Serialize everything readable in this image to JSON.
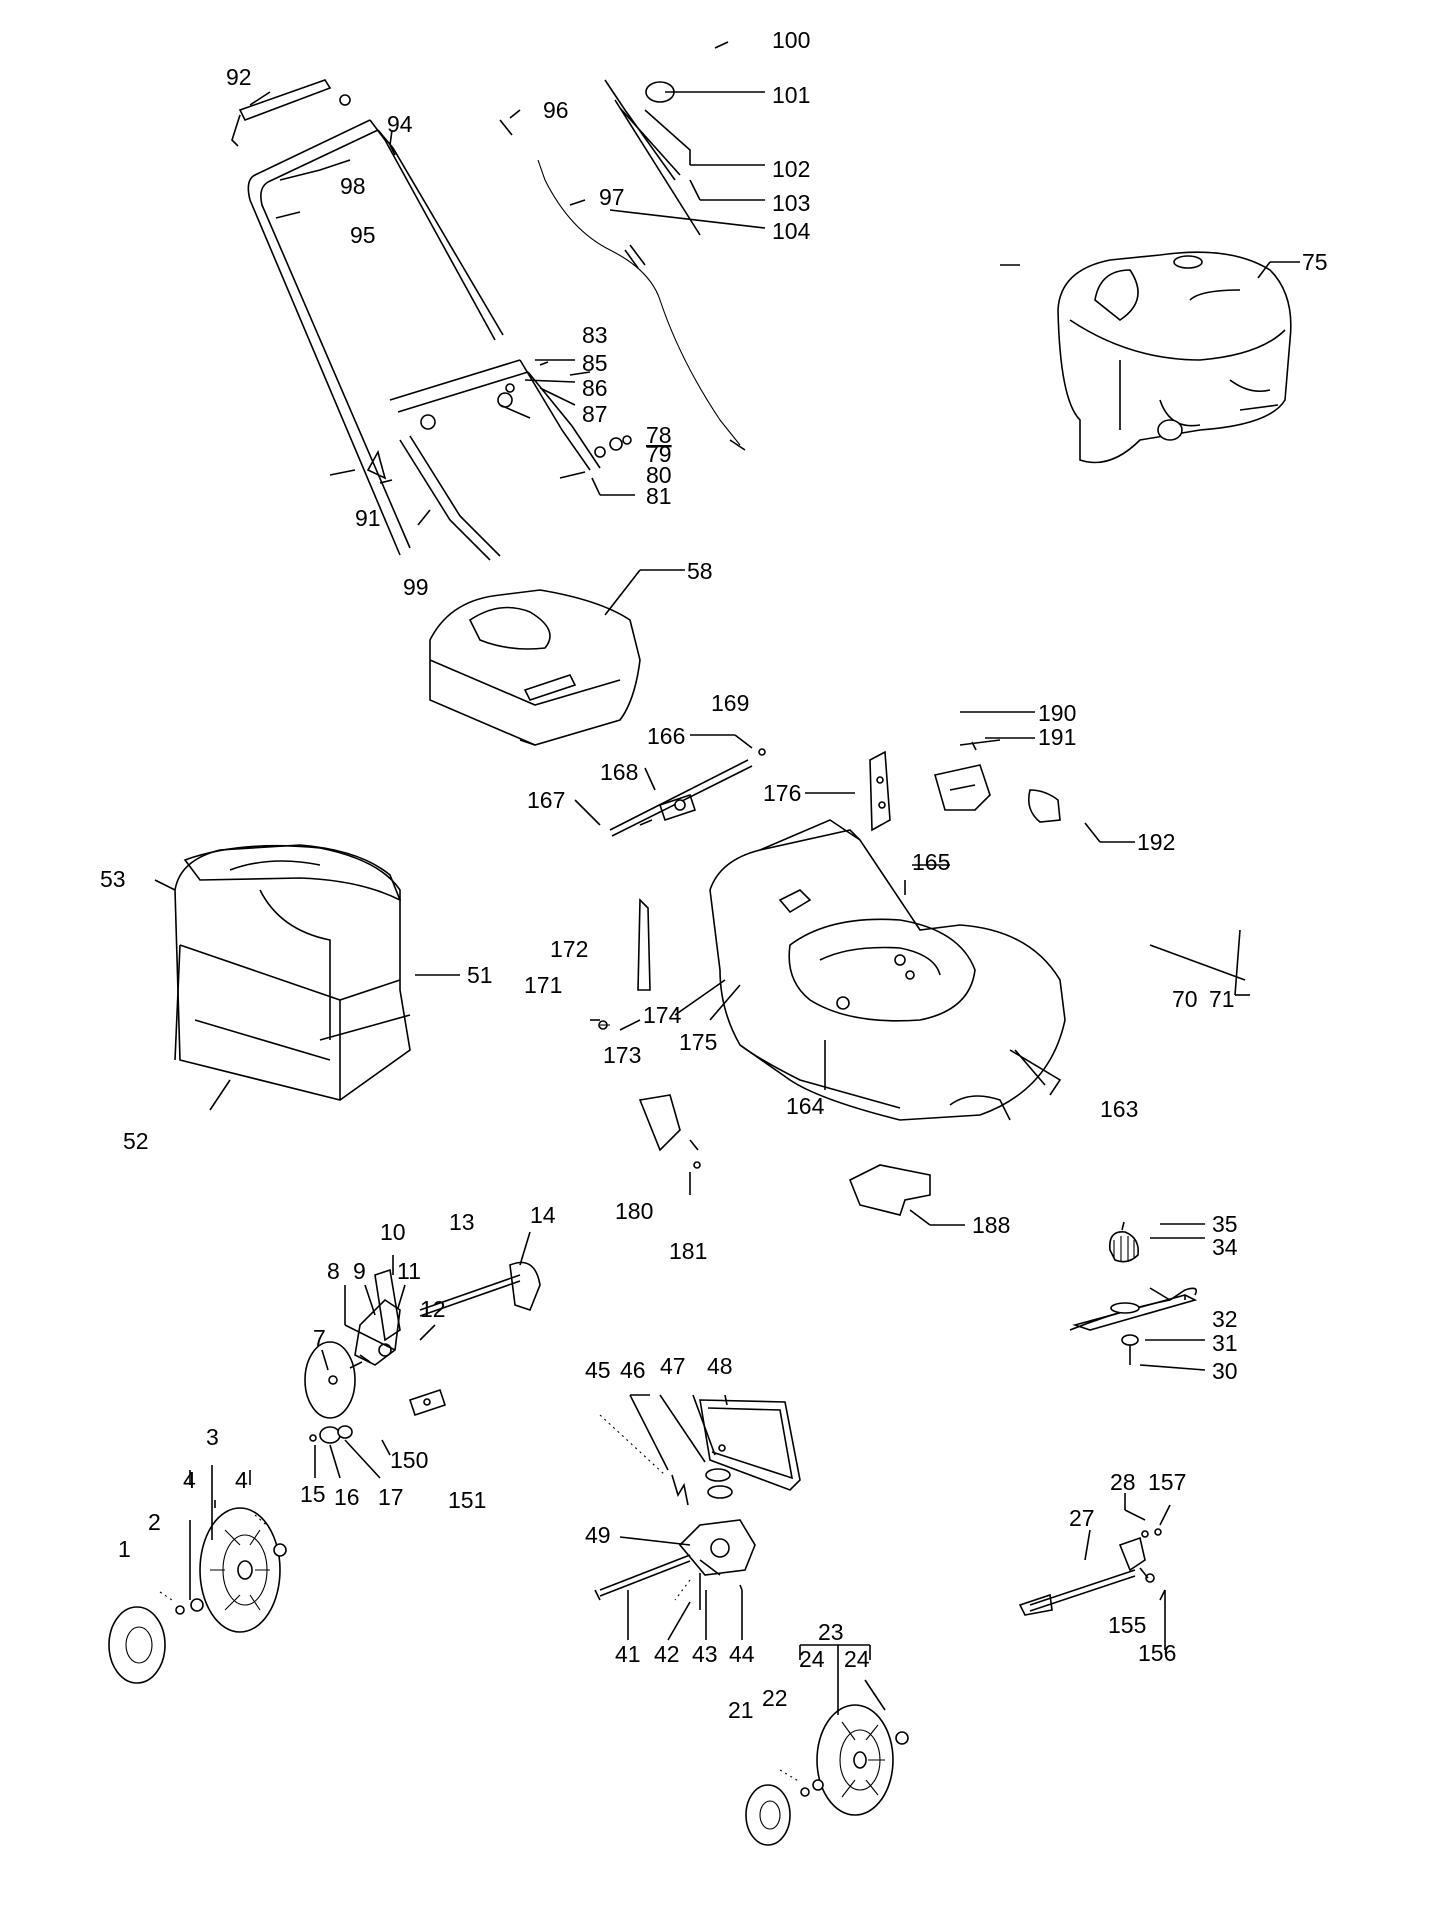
{
  "labels": [
    "100",
    "101",
    "102",
    "103",
    "104",
    "92",
    "94",
    "96",
    "97",
    "98",
    "95",
    "83",
    "85",
    "86",
    "87",
    "78",
    "79",
    "80",
    "81",
    "91",
    "99",
    "75",
    "58",
    "169",
    "166",
    "168",
    "167",
    "190",
    "191",
    "176",
    "192",
    "165",
    "53",
    "51",
    "172",
    "171",
    "174",
    "173",
    "175",
    "70",
    "71",
    "164",
    "163",
    "52",
    "180",
    "181",
    "188",
    "10",
    "13",
    "14",
    "8",
    "9",
    "11",
    "12",
    "7",
    "35",
    "34",
    "32",
    "31",
    "30",
    "45",
    "46",
    "47",
    "48",
    "3",
    "4",
    "4",
    "2",
    "1",
    "15",
    "16",
    "17",
    "150",
    "151",
    "49",
    "41",
    "42",
    "43",
    "44",
    "28",
    "157",
    "27",
    "155",
    "156",
    "23",
    "24",
    "24",
    "21",
    "22"
  ],
  "icons": {
    "handle": "mower-handle-icon",
    "engine": "engine-icon",
    "deck": "mower-deck-icon",
    "grass_bag": "grass-bag-icon",
    "wheel": "wheel-icon",
    "blade": "blade-icon",
    "gearbox": "gearbox-icon",
    "cable": "cable-icon"
  },
  "colors": {
    "ink": "#000000",
    "paper": "#ffffff"
  }
}
